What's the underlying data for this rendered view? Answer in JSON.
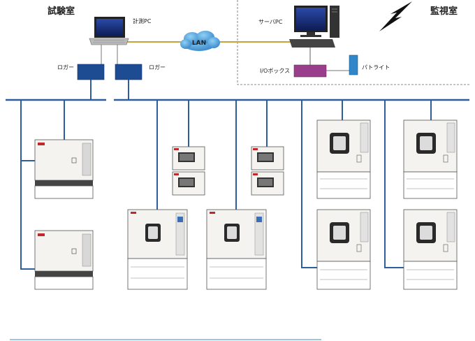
{
  "areas": {
    "test_room": "試験室",
    "monitor_room": "監視室"
  },
  "devices": {
    "measurement_pc": "計測PC",
    "server_pc": "サーバPC",
    "lan": "LAN",
    "io_box": "I/Oボックス",
    "patlite": "パトライト",
    "logger_left": "ロガー",
    "logger_right": "ロガー"
  },
  "colors": {
    "network_line": "#2e5d9e",
    "lan_line": "#c8a23c",
    "logger_fill": "#1e4c93",
    "io_box_fill": "#9a3d8a",
    "patlite_fill": "#2f86c9",
    "lan_cloud": "#3c8fd1",
    "chamber_body": "#f4f3ef",
    "chamber_outline": "#555555"
  }
}
